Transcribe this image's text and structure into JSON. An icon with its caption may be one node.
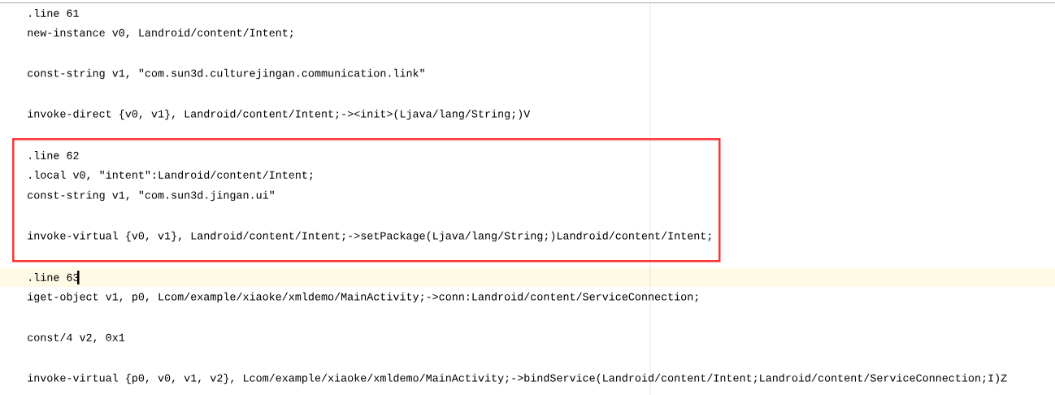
{
  "diagram": {
    "nodes": [
      {
        "text": [
          ".line 62",
          ".local v0, \"intent\":Landroid/content/Intent;",
          "const-string v1, \"com.sun3d.jingan.ui\"",
          "invoke-virtual {v0, v1}, Landroid/content/Intent;->setPackage(Ljava/lang/String;)Landroid/content/Intent;"
        ]
      }
    ],
    "labels": [
      ".line 61",
      "new-instance v0, Landroid/content/Intent;",
      "const-string v1, \"com.sun3d.culturejingan.communication.link\"",
      "invoke-direct {v0, v1}, Landroid/content/Intent;-><init>(Ljava/lang/String;)V",
      ".line 63",
      "iget-object v1, p0, Lcom/example/xiaoke/xmldemo/MainActivity;->conn:Landroid/content/ServiceConnection;",
      "const/4 v2, 0x1",
      "invoke-virtual {p0, v0, v1, v2}, Lcom/example/xiaoke/xmldemo/MainActivity;->bindService(Landroid/content/Intent;Landroid/content/ServiceConnection;I)Z"
    ]
  }
}
